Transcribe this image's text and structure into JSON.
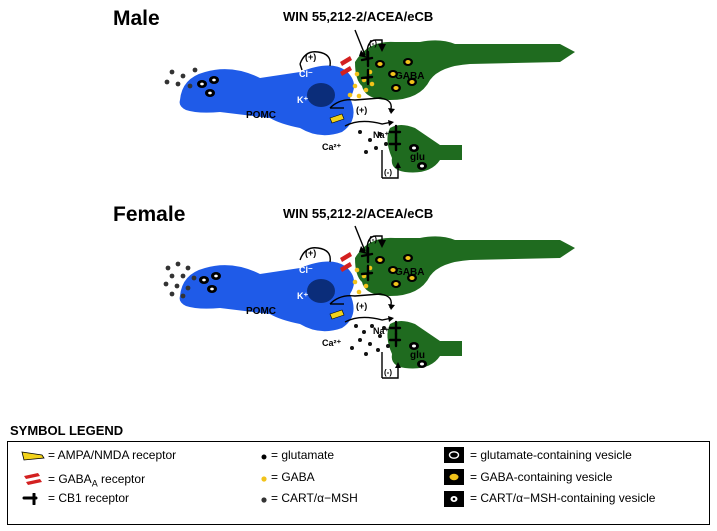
{
  "panels": [
    {
      "title": "Male",
      "drug": "WIN 55,212-2/ACEA/eCB",
      "pomc_label": "POMC",
      "gaba_label": "GABA",
      "glu_label": "glu",
      "cl_label": "Cl⁻",
      "k_label": "K⁺",
      "na_label": "Na⁺",
      "ca_label": "Ca²⁺",
      "plus_1": "(+)",
      "plus_2": "(+)",
      "minus_1": "(-)",
      "minus_2": "(-)"
    },
    {
      "title": "Female",
      "drug": "WIN 55,212-2/ACEA/eCB",
      "pomc_label": "POMC",
      "gaba_label": "GABA",
      "glu_label": "glu",
      "cl_label": "Cl⁻",
      "k_label": "K⁺",
      "na_label": "Na⁺",
      "ca_label": "Ca²⁺",
      "plus_1": "(+)",
      "plus_2": "(+)",
      "minus_1": "(-)",
      "minus_2": "(-)"
    }
  ],
  "legend": {
    "title": "SYMBOL LEGEND",
    "items": [
      {
        "icon": "ampa-nmda-receptor-icon",
        "text": "= AMPA/NMDA receptor"
      },
      {
        "icon": "gaba-a-receptor-icon",
        "text": "= GABA",
        "sub": "A",
        "after": " receptor"
      },
      {
        "icon": "cb1-receptor-icon",
        "text": "= CB1 receptor"
      },
      {
        "icon": "glutamate-dot-icon",
        "text": "= glutamate"
      },
      {
        "icon": "gaba-dot-icon",
        "text": "= GABA"
      },
      {
        "icon": "cart-msh-dot-icon",
        "text": "= CART/α−MSH"
      },
      {
        "icon": "glutamate-vesicle-icon",
        "text": "= glutamate-containing vesicle"
      },
      {
        "icon": "gaba-vesicle-icon",
        "text": "= GABA-containing vesicle"
      },
      {
        "icon": "cart-msh-vesicle-icon",
        "text": "= CART/α−MSH-containing vesicle"
      }
    ]
  },
  "colors": {
    "pomc": "#1f5be8",
    "gaba_neuron": "#1f6b1f",
    "glu_neuron": "#1f6b1f",
    "gaba_dot": "#f2c31a",
    "gabaa_receptor": "#d32020",
    "ampa_receptor": "#f2d21a"
  }
}
